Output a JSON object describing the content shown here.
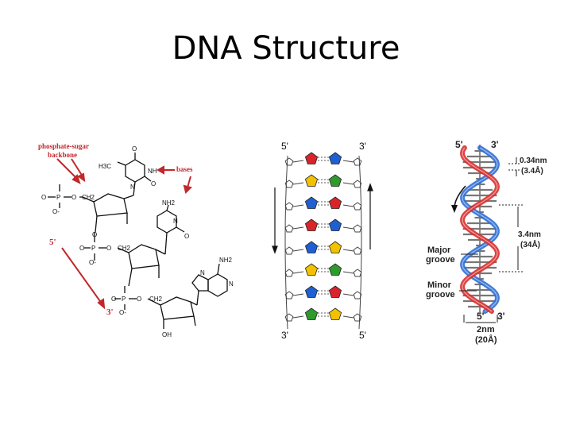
{
  "title": "DNA Structure",
  "panel_chem": {
    "backbone_label_1": "phosphate-sugar",
    "backbone_label_2": "backbone",
    "bases_label": "bases",
    "five_prime": "5'",
    "three_prime": "3'",
    "h3c": "H3C",
    "nh": "NH",
    "nh2_a": "NH2",
    "nh2_b": "NH2",
    "oh": "OH",
    "o": "O",
    "n": "N",
    "p": "P",
    "ch2": "CH2",
    "o_minus": "O-"
  },
  "panel_ladder": {
    "top_left": "5'",
    "top_right": "3'",
    "bottom_left": "3'",
    "bottom_right": "5'",
    "pair_colors": [
      [
        "#d9242b",
        "#1f5fd1"
      ],
      [
        "#f2c200",
        "#2e9a2e"
      ],
      [
        "#1f5fd1",
        "#d9242b"
      ],
      [
        "#d9242b",
        "#1f5fd1"
      ],
      [
        "#1f5fd1",
        "#f2c200"
      ],
      [
        "#f2c200",
        "#2e9a2e"
      ],
      [
        "#1f5fd1",
        "#d9242b"
      ],
      [
        "#2e9a2e",
        "#f2c200"
      ]
    ]
  },
  "panel_helix": {
    "top_5": "5'",
    "top_3": "3'",
    "bottom_5": "5'",
    "bottom_3": "3'",
    "rise_value": "0.34nm",
    "rise_angstrom": "(3.4Å)",
    "pitch_value": "3.4nm",
    "pitch_angstrom": "(34Å)",
    "major_1": "Major",
    "major_2": "groove",
    "minor_1": "Minor",
    "minor_2": "groove",
    "width_value": "2nm",
    "width_angstrom": "(20Å)",
    "strand_colors": [
      "#d9302e",
      "#2f6fd6"
    ]
  }
}
